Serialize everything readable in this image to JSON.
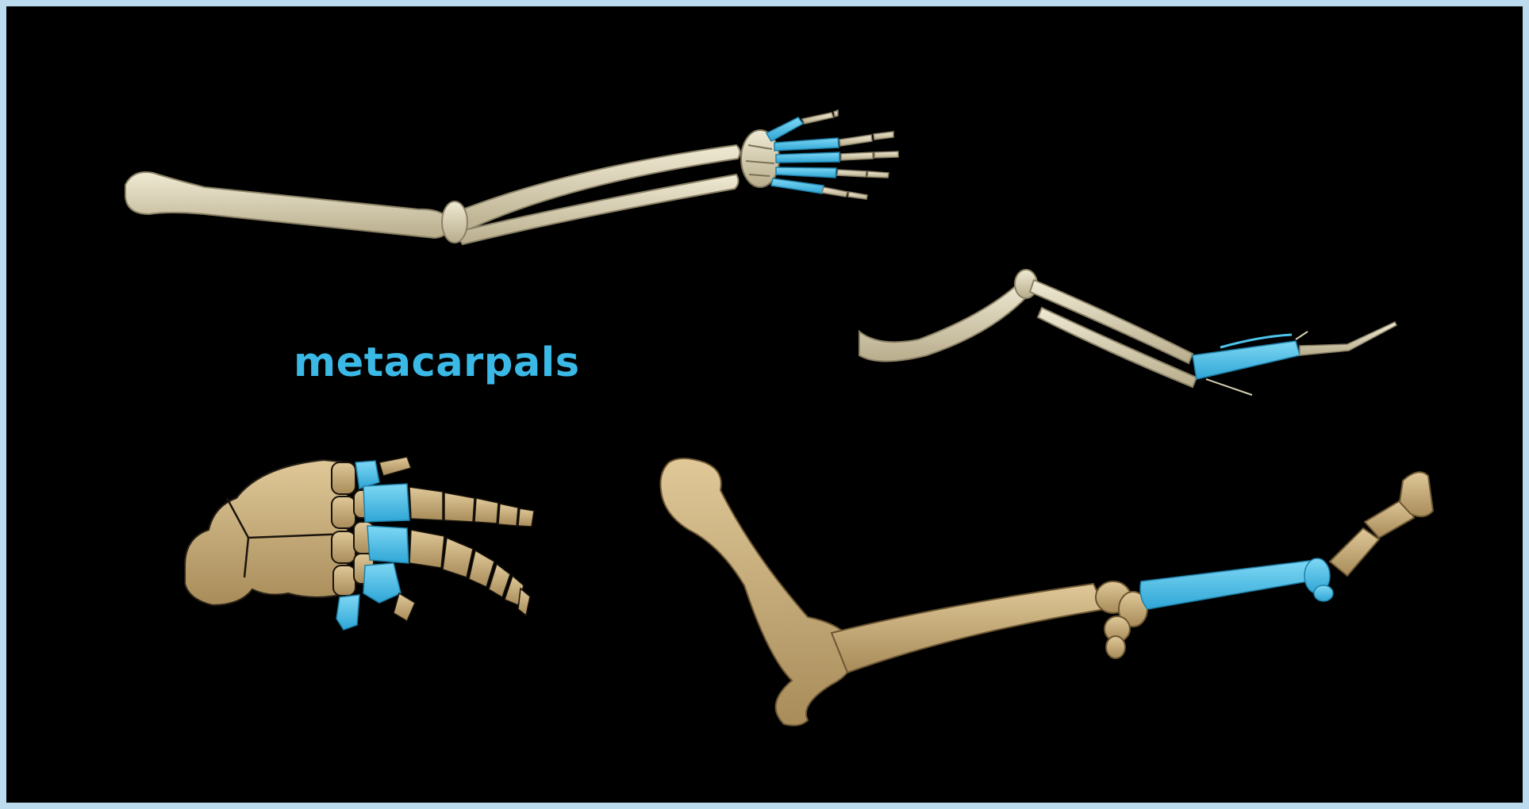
{
  "figure": {
    "label_text": "metacarpals",
    "colors": {
      "background": "#000000",
      "frame": "#bcdbee",
      "highlight": "#4cc4ec",
      "bone_pale": "#e2dcc4",
      "bone_tan": "#c8ad78"
    },
    "panels": [
      {
        "name": "human-arm",
        "highlight": "metacarpals"
      },
      {
        "name": "bird-wing",
        "highlight": "metacarpals"
      },
      {
        "name": "whale-flipper",
        "highlight": "metacarpals"
      },
      {
        "name": "horse-foreleg",
        "highlight": "metacarpals"
      }
    ]
  }
}
